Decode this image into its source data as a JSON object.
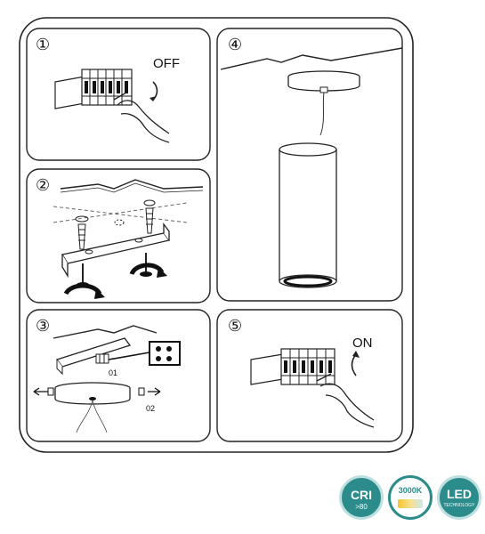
{
  "steps": [
    {
      "number": "①",
      "label": "OFF"
    },
    {
      "number": "②"
    },
    {
      "number": "③",
      "callouts": [
        "01",
        "02"
      ]
    },
    {
      "number": "④"
    },
    {
      "number": "⑤",
      "label": "ON"
    }
  ],
  "badges": {
    "cri": {
      "title": "CRI",
      "sub": ">80",
      "color": "#2c8c8c"
    },
    "temp": {
      "title": "3000K",
      "color": "#d9a21a"
    },
    "led": {
      "title": "LED",
      "sub": "TECHNOLOGY",
      "color": "#2c8c8c"
    }
  }
}
